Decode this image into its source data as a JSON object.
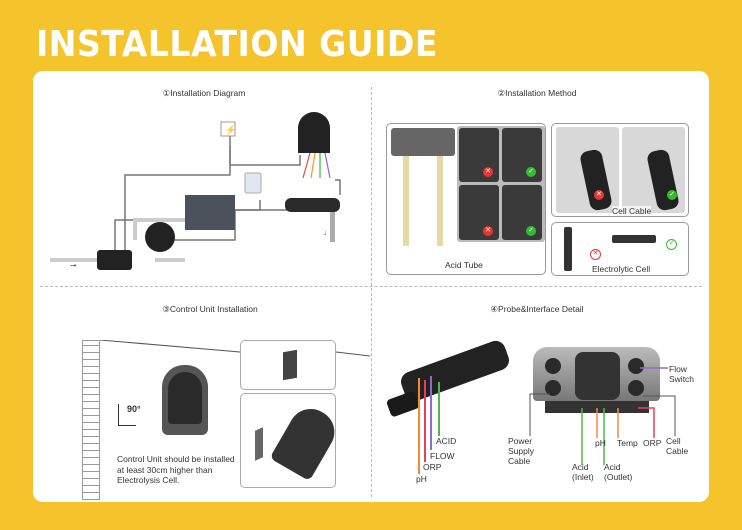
{
  "title": "INSTALLATION GUIDE",
  "sections": {
    "diagram": {
      "title": "①Installation Diagram"
    },
    "method": {
      "title": "②Installation Method",
      "acid_tube": "Acid Tube",
      "cell_cable": "Cell Cable",
      "electrolytic_cell": "Electrolytic Cell"
    },
    "control_unit": {
      "title": "③Control Unit Installation",
      "angle": "90°",
      "note": "Control Unit should be installed at least 30cm higher than Electrolysis Cell."
    },
    "probe": {
      "title": "④Probe&Interface Detail",
      "labels": {
        "acid": "ACID",
        "flow": "FLOW",
        "orp": "ORP",
        "ph": "pH"
      },
      "interface": {
        "power": "Power Supply Cable",
        "acid_inlet": "Acid (Inlet)",
        "ph": "pH",
        "acid_outlet": "Acid (Outlet)",
        "temp": "Temp",
        "orp": "ORP",
        "cell_cable": "Cell Cable",
        "flow_switch": "Flow Switch"
      }
    }
  },
  "colors": {
    "background": "#F5C32C",
    "ph": "#F08A3C",
    "orp": "#E8425A",
    "flow": "#8A6FC2",
    "acid": "#4CB84C"
  }
}
